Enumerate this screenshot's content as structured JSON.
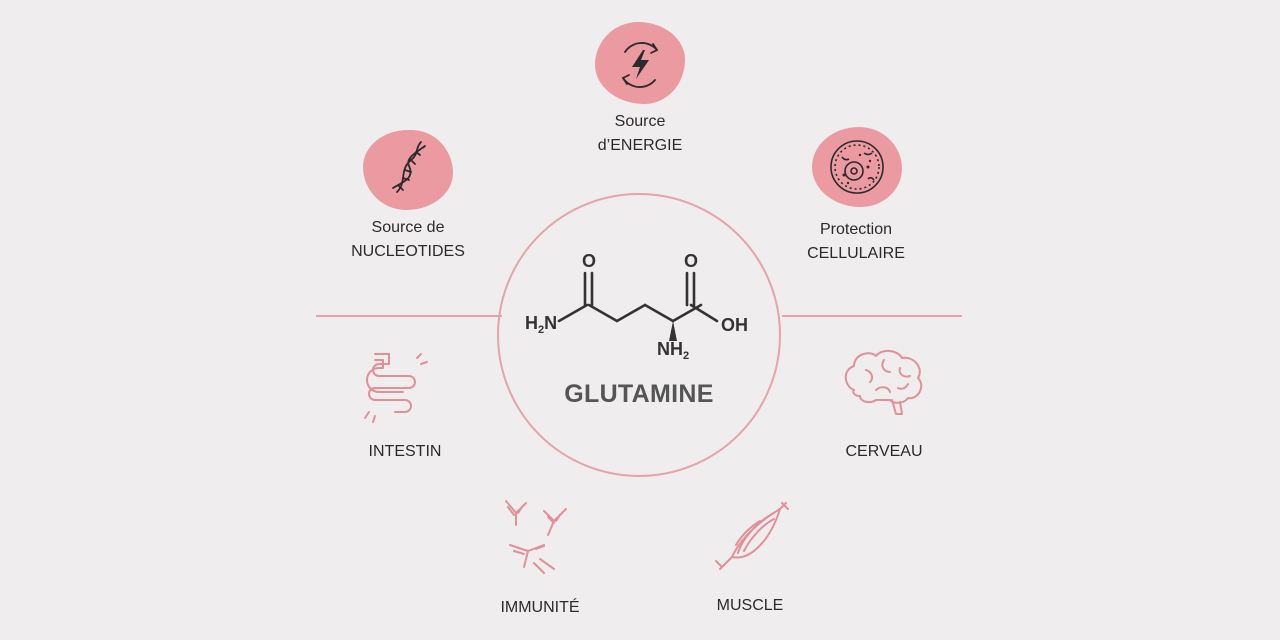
{
  "center": {
    "title": "GLUTAMINE"
  },
  "molecule": {
    "o_left": "O",
    "o_right": "O",
    "h2n": "H",
    "h2n_sub": "2",
    "h2n_n": "N",
    "oh": "OH",
    "nh2": "NH",
    "nh2_sub": "2"
  },
  "top_items": [
    {
      "line1": "Source",
      "line2": "d’ENERGIE",
      "icon": "energy-cycle-icon"
    },
    {
      "line1": "Source de",
      "line2": "NUCLEOTIDES",
      "icon": "dna-icon"
    },
    {
      "line1": "Protection",
      "line2": "CELLULAIRE",
      "icon": "cell-icon"
    }
  ],
  "bottom_items": [
    {
      "label": "INTESTIN",
      "icon": "intestine-icon"
    },
    {
      "label": "CERVEAU",
      "icon": "brain-icon"
    },
    {
      "label": "IMMUNITÉ",
      "icon": "antibody-icon"
    },
    {
      "label": "MUSCLE",
      "icon": "muscle-icon"
    }
  ],
  "colors": {
    "accent": "#eb9aa2",
    "line": "#e6a3a9",
    "background": "#efeded"
  }
}
